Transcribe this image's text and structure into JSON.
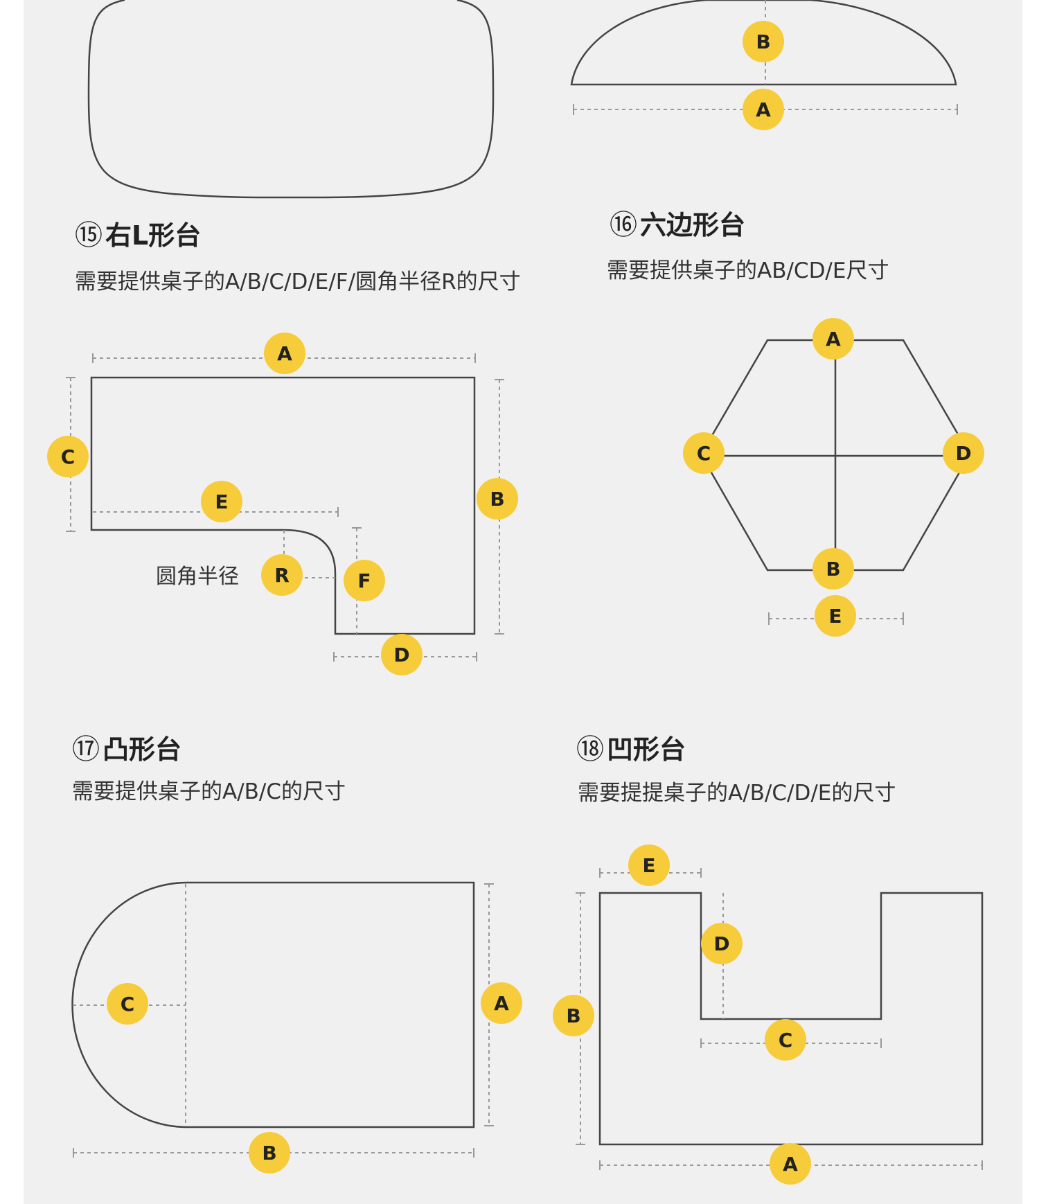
{
  "sections": [
    {
      "num": "⑮",
      "title": "右L形台",
      "desc": "需要提供桌子的A/B/C/D/E/F/圆角半径R的尺寸"
    },
    {
      "num": "⑯",
      "title": "六边形台",
      "desc": "需要提供桌子的AB/CD/E尺寸"
    },
    {
      "num": "⑰",
      "title": "凸形台",
      "desc": "需要提供桌子的A/B/C的尺寸"
    },
    {
      "num": "⑱",
      "title": "凹形台",
      "desc": "需要提提桌子的A/B/C/D/E的尺寸"
    }
  ],
  "labels": {
    "A": "A",
    "B": "B",
    "C": "C",
    "D": "D",
    "E": "E",
    "F": "F",
    "R": "R",
    "radius_caption": "圆角半径"
  },
  "colors": {
    "panel": "#f0f0f0",
    "outline": "#444444",
    "dashed": "#999999",
    "marker": "#f7cc3a"
  }
}
